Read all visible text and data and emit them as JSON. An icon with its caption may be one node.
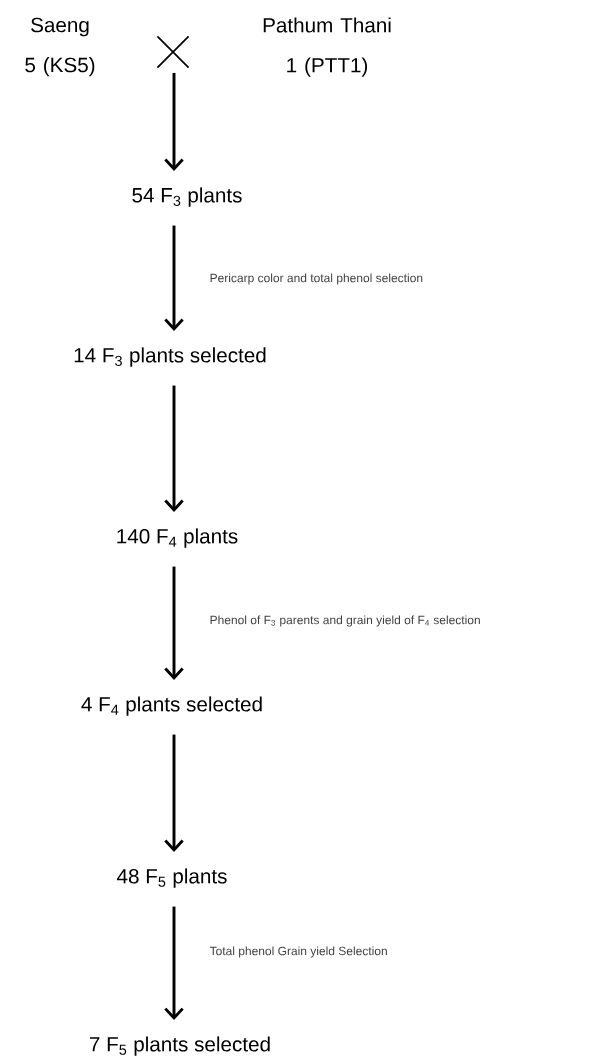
{
  "diagram": {
    "nodes": [
      {
        "text": [
          "Saeng 5 (KS5)"
        ]
      },
      {
        "text": [
          "Pathum Thani 1 (PTT1)"
        ]
      },
      {
        "text": [],
        "shape": "cross"
      },
      {
        "text": [
          "54 F$_{3}$ plants"
        ]
      },
      {
        "text": [
          "14 F$_{3}$ plants selected"
        ]
      },
      {
        "text": [
          "140 F$_{4}$ plants"
        ]
      },
      {
        "text": [
          "4 F$_{4}$ plants selected"
        ]
      },
      {
        "text": [
          "48 F$_{5}$ plants"
        ]
      },
      {
        "text": [
          "7 F$_{5}$ plants selected"
        ]
      }
    ],
    "edges": [
      {
        "from": 2,
        "to": 3,
        "arrow": "to"
      },
      {
        "from": 3,
        "to": 4,
        "arrow": "to",
        "label": "Pericarp color and total phenol selection"
      },
      {
        "from": 4,
        "to": 5,
        "arrow": "to"
      },
      {
        "from": 5,
        "to": 6,
        "arrow": "to",
        "label": "Phenol of F$_{3}$ parents and grain yield of F$_{4}$ selection"
      },
      {
        "from": 6,
        "to": 7,
        "arrow": "to"
      },
      {
        "from": 7,
        "to": 8,
        "arrow": "to",
        "label": "Total phenol Grain yield Selection"
      }
    ]
  }
}
